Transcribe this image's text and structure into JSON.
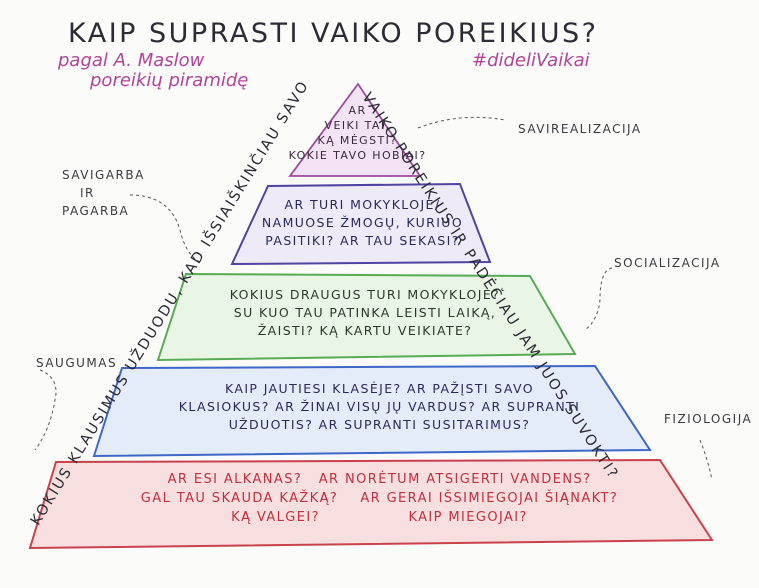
{
  "title": "KAIP SUPRASTI VAIKO POREIKIUS?",
  "subtitle": [
    "pagal A. Maslow",
    "poreikių piramidę"
  ],
  "hashtag": "#dideliVaikai",
  "side_labels": {
    "savirealizacija": "SAVIREALIZACIJA",
    "savigarba": [
      "SAVIGARBA",
      "IR",
      "PAGARBA"
    ],
    "socializacija": "SOCIALIZACIJA",
    "saugumas": "SAUGUMAS",
    "fiziologija": "FIZIOLOGIJA"
  },
  "diagonal_left": "KOKIUS KLAUSIMUS UŽDUODU, KAD IŠSIAIŠKINČIAU SAVO",
  "diagonal_right": "VAIKO POREIKIUS IR PADĖČIAU JAM JUOS SUVOKTI?",
  "levels": {
    "fiziologija": [
      "AR ESI ALKANAS?   AR NORĖTUM ATSIGERTI VANDENS?",
      "GAL TAU SKAUDA KAŽKĄ?    AR GERAI IŠSIMIEGOJAI ŠIĄNAKT?",
      "KĄ VALGEI?                KAIP MIEGOJAI?"
    ],
    "saugumas": [
      "KAIP JAUTIESI KLASĖJE? AR PAŽĮSTI SAVO",
      "KLASIOKUS? AR ŽINAI VISŲ JŲ VARDUS? AR SUPRANTI",
      "UŽDUOTIS? AR SUPRANTI SUSITARIMUS?"
    ],
    "socializacija": [
      "KOKIUS DRAUGUS TURI MOKYKLOJE?",
      "SU KUO TAU PATINKA LEISTI LAIKĄ,",
      "ŽAISTI? KĄ KARTU VEIKIATE?"
    ],
    "pagarba": [
      "AR TURI MOKYKLOJE/",
      "NAMUOSE ŽMOGŲ, KURIUO",
      "PASITIKI? AR TAU SEKASI?"
    ],
    "savirealizacija": [
      "AR",
      "VEIKI TAI,",
      "KĄ MĖGSTI?",
      "KOKIE TAVO HOBIAI?"
    ]
  },
  "colors": {
    "red": "#d9534f",
    "blue": "#4a6fd0",
    "green": "#5cb35c",
    "purple": "#5a4fa8",
    "pink": "#b0449a"
  }
}
